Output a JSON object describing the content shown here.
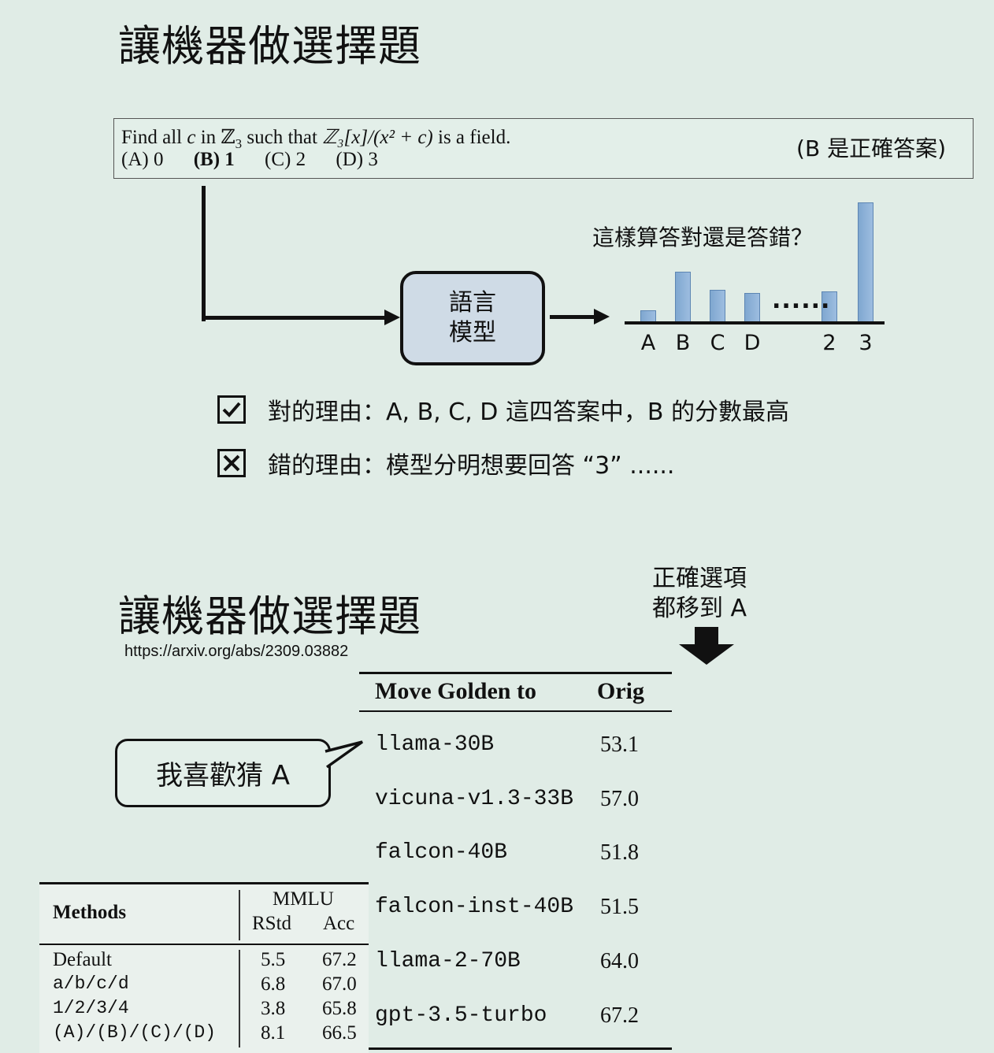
{
  "slide1": {
    "title": "讓機器做選擇題",
    "question": {
      "line1_before": "Find all ",
      "var_c": "c",
      "line1_in": " in ",
      "Z3": "ℤ",
      "sub3": "3",
      "line1_such": " such that ",
      "expr": "ℤ₃[x]/(x² + c)",
      "line1_end": " is a field.",
      "options": [
        "(A) 0",
        "(B) 1",
        "(C) 2",
        "(D) 3"
      ],
      "note": "(B 是正確答案)"
    },
    "model_label_line1": "語言",
    "model_label_line2": "模型",
    "chart_question": "這樣算答對還是答錯？",
    "dots_label": "......",
    "chart_data": {
      "type": "bar",
      "categories": [
        "A",
        "B",
        "C",
        "D",
        "2",
        "3"
      ],
      "values": [
        15,
        64,
        41,
        37,
        39,
        152
      ],
      "title": "",
      "xlabel": "",
      "ylabel": "",
      "grid": false
    },
    "reason_correct": "對的理由：A, B, C, D 這四答案中，B 的分數最高",
    "reason_wrong": "錯的理由：模型分明想要回答 “3” ......"
  },
  "slide2": {
    "title": "讓機器做選擇題",
    "url": "https://arxiv.org/abs/2309.03882",
    "note_line1": "正確選項",
    "note_line2": "都移到 A",
    "bubble": "我喜歡猜 A",
    "right_table": {
      "headers": [
        "Move Golden to",
        "Orig"
      ],
      "rows": [
        [
          "llama-30B",
          "53.1"
        ],
        [
          "vicuna-v1.3-33B",
          "57.0"
        ],
        [
          "falcon-40B",
          "51.8"
        ],
        [
          "falcon-inst-40B",
          "51.5"
        ],
        [
          "llama-2-70B",
          "64.0"
        ],
        [
          "gpt-3.5-turbo",
          "67.2"
        ]
      ]
    },
    "left_table": {
      "header_methods": "Methods",
      "header_group": "MMLU",
      "header_rstd": "RStd",
      "header_acc": "Acc",
      "rows": [
        [
          "Default",
          "5.5",
          "67.2"
        ],
        [
          "a/b/c/d",
          "6.8",
          "67.0"
        ],
        [
          "1/2/3/4",
          "3.8",
          "65.8"
        ],
        [
          "(A)/(B)/(C)/(D)",
          "8.1",
          "66.5"
        ]
      ]
    }
  }
}
